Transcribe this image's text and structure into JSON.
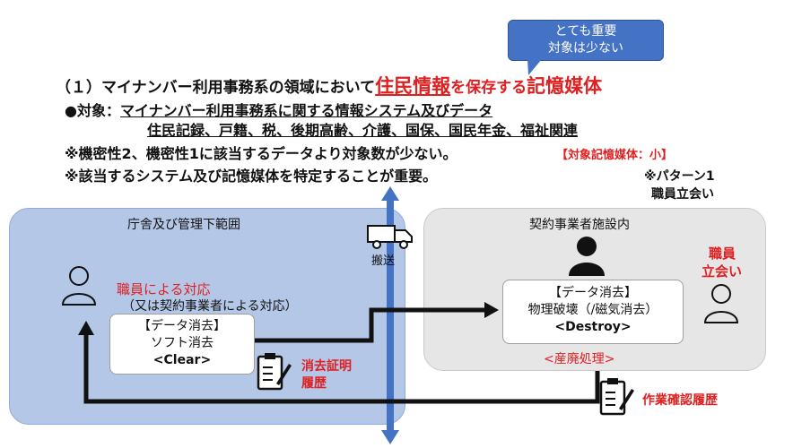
{
  "callout": {
    "line1": "とても重要",
    "line2": "対象は少ない"
  },
  "heading": {
    "prefix": "（１）マイナンバー利用事務系の領域において",
    "highlight1": "住民情報",
    "mid": "を保存する",
    "highlight2": "記憶媒体"
  },
  "target": {
    "bullet": "●対象：",
    "line1": "マイナンバー利用事務系に関する情報システム及びデータ",
    "line2": "住民記録、戸籍、税、後期高齢、介護、国保、国民年金、福祉関連"
  },
  "notes": {
    "note1": "※機密性2、機密性1に該当するデータより対象数が少ない。",
    "note1_tag": "【対象記憶媒体：小】",
    "note2": "※該当するシステム及び記憶媒体を特定することが重要。"
  },
  "pattern": {
    "line1": "※パターン1",
    "line2": "職員立会い"
  },
  "left_panel": {
    "title": "庁舎及び管理下範囲",
    "staff_label": "職員による対応",
    "staff_sub": "（又は契約事業者による対応）",
    "box": {
      "line1": "【データ消去】",
      "line2": "ソフト消去",
      "line3": "<Clear>"
    },
    "cert_line1": "消去証明",
    "cert_line2": "履歴"
  },
  "transport_label": "搬送",
  "right_panel": {
    "title": "契約事業者施設内",
    "witness_line1": "職員",
    "witness_line2": "立会い",
    "box": {
      "line1": "【データ消去】",
      "line2": "物理破壊（/磁気消去）",
      "line3": "<Destroy>"
    },
    "disposal": "<産廃処理>"
  },
  "work_record": "作業確認履歴",
  "colors": {
    "red": "#e02020",
    "blue_panel": "#b4c7e7",
    "gray_panel": "#e7e6e6",
    "callout": "#4472c4",
    "axis": "#4472c4"
  }
}
